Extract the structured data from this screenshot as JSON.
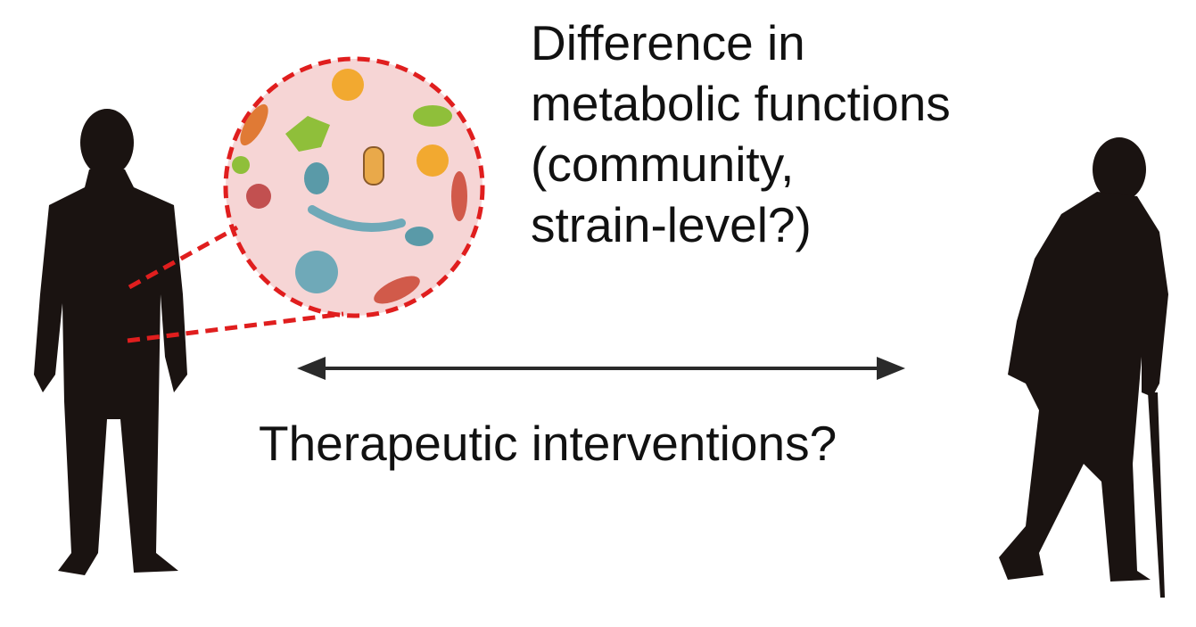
{
  "labels": {
    "line1": "Difference in",
    "line2": "metabolic functions",
    "line3": "(community,",
    "line4": "strain-level?)",
    "bottom": "Therapeutic interventions?"
  },
  "colors": {
    "silhouette": "#1a1311",
    "dash": "#e01e1e",
    "circle_fill": "#f6d5d5",
    "arrow": "#2a2a2a"
  }
}
